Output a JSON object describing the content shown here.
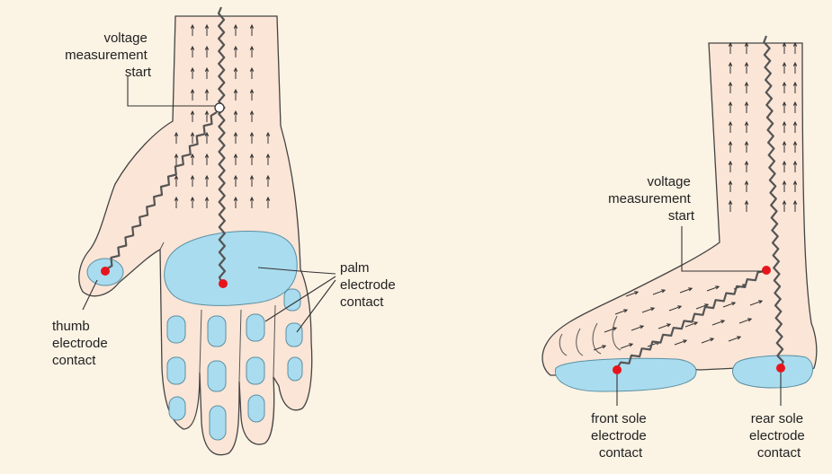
{
  "colors": {
    "background": "#fbf3e4",
    "skin": "#fbe5d6",
    "electrode": "#a9dcee",
    "contact_dot": "#e8141b",
    "signal_line": "#555555"
  },
  "hand": {
    "voltage_label": [
      "voltage",
      "measurement",
      "start"
    ],
    "palm_label": [
      "palm",
      "electrode",
      "contact"
    ],
    "thumb_label": [
      "thumb",
      "electrode",
      "contact"
    ]
  },
  "foot": {
    "voltage_label": [
      "voltage",
      "measurement",
      "start"
    ],
    "front_sole_label": [
      "front sole",
      "electrode",
      "contact"
    ],
    "rear_sole_label": [
      "rear sole",
      "electrode",
      "contact"
    ]
  }
}
